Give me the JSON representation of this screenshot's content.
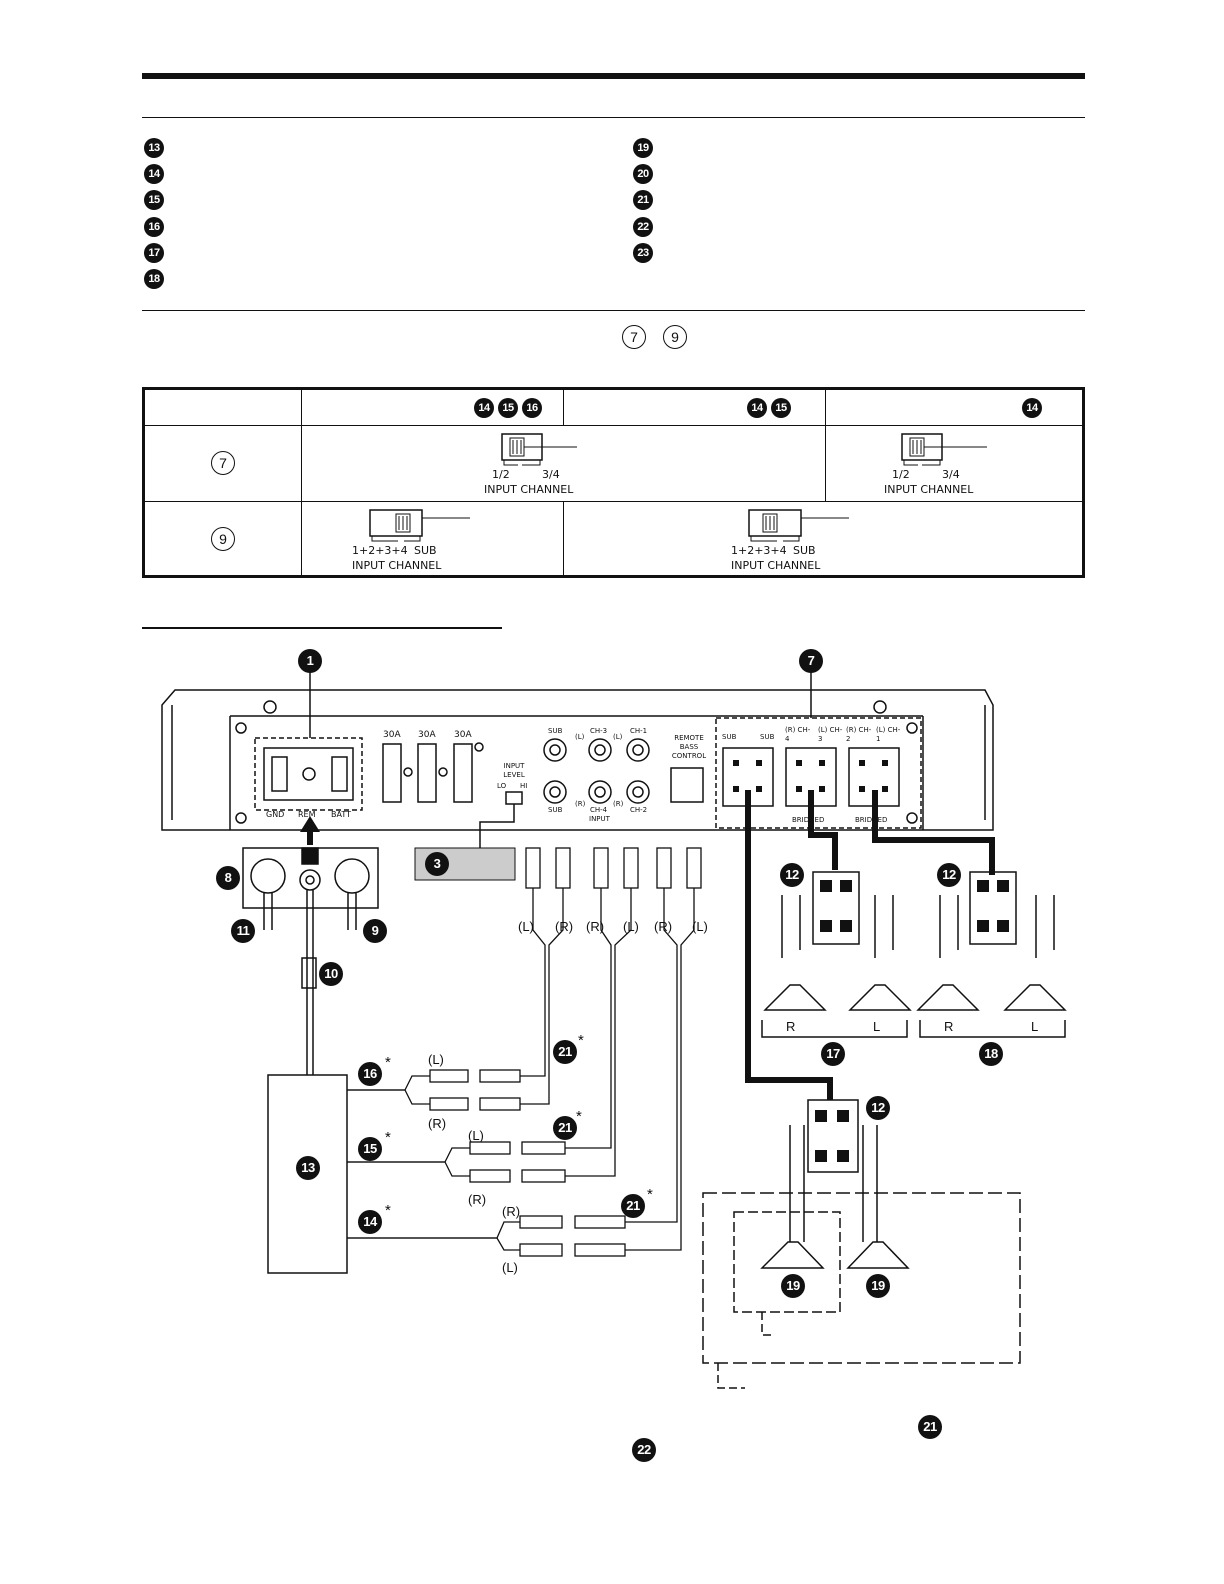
{
  "legend_left": [
    "13",
    "14",
    "15",
    "16",
    "17",
    "18"
  ],
  "legend_right": [
    "19",
    "20",
    "21",
    "22",
    "23"
  ],
  "note_refs": [
    "7",
    "9"
  ],
  "switch_table": {
    "header_col2_refs": [
      "14",
      "15",
      "16"
    ],
    "header_col3_refs": [
      "14",
      "15"
    ],
    "header_col4_refs": [
      "14"
    ],
    "row1_ref": "7",
    "row2_ref": "9",
    "switch_1_label_a": "1/2",
    "switch_1_label_b": "3/4",
    "switch_1_caption": "INPUT CHANNEL",
    "switch_2_label_a": "1+2+3+4",
    "switch_2_label_b": "SUB",
    "switch_2_caption": "INPUT CHANNEL"
  },
  "amp": {
    "fuse_labels": [
      "30A",
      "30A",
      "30A"
    ],
    "power_labels": [
      "GND",
      "REM",
      "BATT"
    ],
    "input_level": "INPUT LEVEL",
    "lo": "LO",
    "hi": "HI",
    "rca_top": [
      "SUB",
      "CH-3",
      "CH-1"
    ],
    "rca_top_sub": [
      "(L)",
      "(L)"
    ],
    "rca_bottom": [
      "SUB",
      "CH-4",
      "CH-2"
    ],
    "rca_bottom_sub": [
      "(R)",
      "(R)"
    ],
    "input_label": "INPUT",
    "remote": "REMOTE BASS CONTROL",
    "spk_labels": [
      "SUB",
      "SUB",
      "(R) CH-4",
      "(L) CH-3",
      "(R) CH-2",
      "(L) CH-1"
    ],
    "bridged": "BRIDGED"
  },
  "diagram_refs": {
    "amp_power": "1",
    "amp_speaker": "7",
    "level_box": "3",
    "block": "8",
    "wire_left": "11",
    "wire_right": "9",
    "fuse": "10",
    "head_unit": "13",
    "rca_cable_front": "16",
    "rca_cable_rear": "15",
    "rca_cable_sub": "14",
    "extension": "21",
    "connector": "12",
    "speakers_front": "17",
    "speakers_rear": "18",
    "subwoofer": "19",
    "bottom_note_ref_a": "21",
    "bottom_note_ref_b": "22"
  },
  "cable_labels": [
    "(L)",
    "(R)",
    "(R)",
    "(L)",
    "(R)",
    "(L)"
  ],
  "unit_labels_left": {
    "l1": "(L)",
    "r1": "(R)",
    "l2": "(L)",
    "r2": "(R)",
    "r3": "(R)",
    "l3": "(L)"
  },
  "speaker_channel_labels": [
    "R",
    "L",
    "R",
    "L"
  ],
  "asterisk": "*"
}
